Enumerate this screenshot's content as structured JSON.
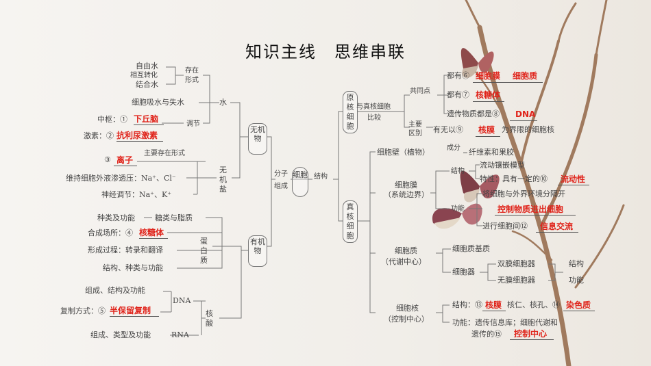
{
  "title": "知识主线　思维串联",
  "labels": {
    "ziyoushui": "自由水",
    "xianghu": "相互转化",
    "jiehe": "结合水",
    "cunzai": "存在",
    "xingshi": "形式",
    "xishui": "细胞吸水与失水",
    "shui": "水",
    "zhongshu": "中枢：①",
    "jisu": "激素：②",
    "tiaojie": "调节",
    "zhuyao": "主要存在形式",
    "n3": "③",
    "weichi": "维持细胞外液渗透压：Na⁺、Cl⁻",
    "shenjing": "神经调节：Na⁺、K⁺",
    "wujiyan": "无机盐",
    "wujiwu": "无机物",
    "fenzi": "分子",
    "zucheng": "组成",
    "xibao": "细胞",
    "jiegou": "结构",
    "zhonglei": "种类及功能",
    "tangyu": "糖类与脂质",
    "hecheng": "合成场所：④",
    "xingcheng": "形成过程：转录和翻译",
    "jgzl": "结构、种类与功能",
    "danbai": "蛋白质",
    "youjiwu": "有机物",
    "zcjg": "组成、结构及功能",
    "dna": "DNA",
    "fuzhi": "复制方式：⑤",
    "hesuan": "核酸",
    "zclx": "组成、类型及功能",
    "rna": "RNA",
    "yuanhe": "原核细胞",
    "zhenhe": "真核细胞",
    "yzhb": "与真核细胞",
    "bijiao": "比较",
    "gongtong": "共同点",
    "zhuyaoqb": "主要区别",
    "youwu": "有无以⑨",
    "jiexian": "为界限的细胞核",
    "douyou6": "都有⑥",
    "douyou7": "都有⑦",
    "yichuan": "遗传物质都是⑧",
    "xibaobi": "细胞壁（植物）",
    "chengfen": "成分",
    "xianwei": "纤维素和果胶",
    "xibaomo": "细胞膜",
    "xitong": "（系统边界）",
    "jiegou2": "结构",
    "liudong": "流动镶嵌模型",
    "texing": "特性：具有一定的⑩",
    "fenge": "将细胞与外界环境分隔开",
    "gongneng": "功能",
    "jinxing": "进行细胞间⑫",
    "xibaozhi": "细胞质",
    "daixie": "（代谢中心）",
    "jizhi": "细胞质基质",
    "xibaoqi": "细胞器",
    "shuangmo": "双膜细胞器",
    "wumo": "无膜细胞器",
    "jg3": "结构",
    "gn3": "功能",
    "xibaohe": "细胞核",
    "kongzhi": "（控制中心）",
    "jg13": "结构：⑬",
    "herenkong": "核仁、核孔、⑭",
    "gn15": "功能：遗传信息库；细胞代谢和",
    "yichuande": "遗传的⑮"
  },
  "answers": {
    "a1": "下丘脑",
    "a2": "抗利尿激素",
    "a3": "离子",
    "a4": "核糖体",
    "a5": "半保留复制",
    "a6a": "细胞膜",
    "a6b": "细胞质",
    "a7": "核糖体",
    "a8": "DNA",
    "a9": "核膜",
    "a10": "流动性",
    "a11": "控制物质进出细胞",
    "a12": "信息交流",
    "a13": "核膜",
    "a14": "染色质",
    "a15": "控制中心"
  },
  "colors": {
    "answer": "#e0241b",
    "line": "#777777",
    "title": "#111111"
  }
}
